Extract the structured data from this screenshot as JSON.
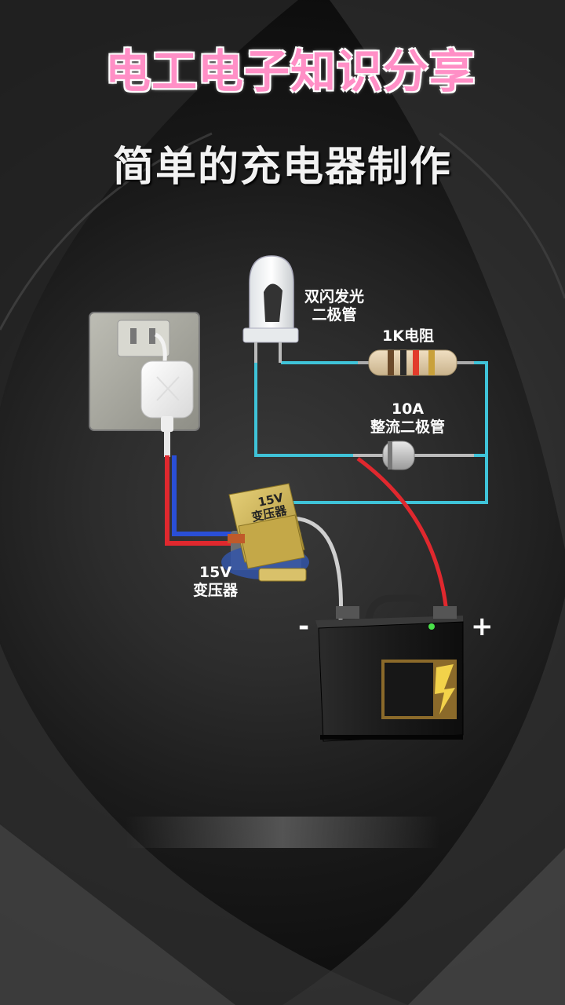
{
  "header": {
    "brand_title": "电工电子知识分享",
    "diagram_title": "简单的充电器制作"
  },
  "components": {
    "led_label_line1": "双闪发光",
    "led_label_line2": "二极管",
    "resistor_label": "1K电阻",
    "diode_label_line1": "10A",
    "diode_label_line2": "整流二极管",
    "transformer_label_line1": "15V",
    "transformer_label_line2": "变压器",
    "transformer_body_text": "15V",
    "transformer_body_text2": "变压器"
  },
  "battery": {
    "negative_sign": "-",
    "positive_sign": "+"
  },
  "colors": {
    "wire_cyan": "#3fc3d8",
    "wire_red": "#e0282e",
    "wire_blue": "#2a4fd6",
    "title_pink": "#ff8fc6"
  }
}
